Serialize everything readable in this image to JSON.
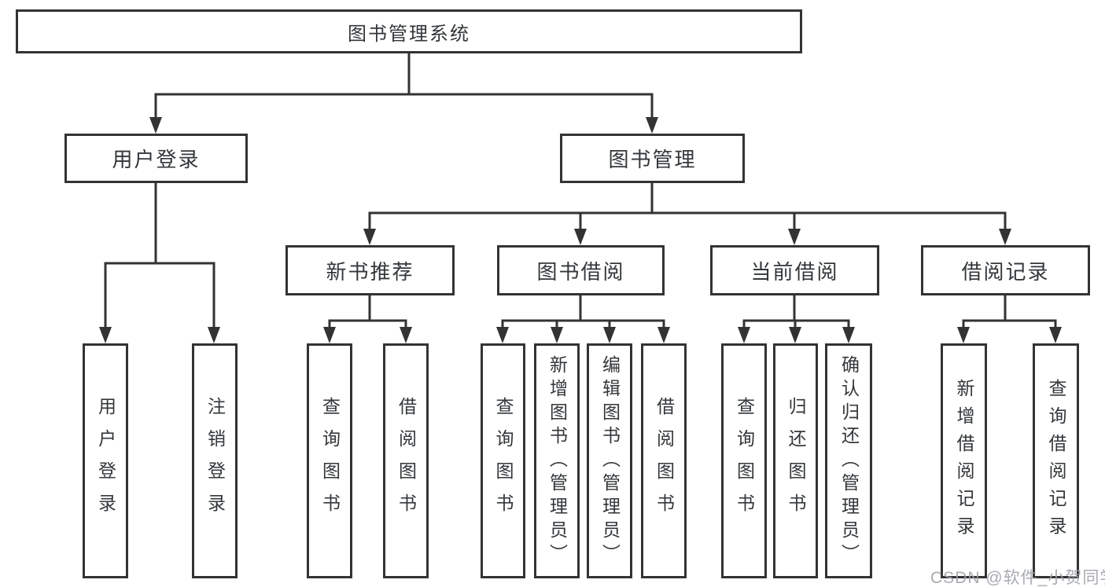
{
  "diagram": {
    "root": {
      "label": "图书管理系统"
    },
    "branches": {
      "userLogin": {
        "label": "用户登录",
        "children": [
          "用户登录",
          "注销登录"
        ]
      },
      "bookManagement": {
        "label": "图书管理",
        "sections": {
          "newBookRec": {
            "label": "新书推荐",
            "children": [
              "查询图书",
              "借阅图书"
            ]
          },
          "bookBorrow": {
            "label": "图书借阅",
            "children": [
              "查询图书",
              "新增图书（管理员）",
              "编辑图书（管理员）",
              "借阅图书"
            ]
          },
          "currentBorrow": {
            "label": "当前借阅",
            "children": [
              "查询图书",
              "归还图书",
              "确认归还（管理员）"
            ]
          },
          "borrowRecords": {
            "label": "借阅记录",
            "children": [
              "新增借阅记录",
              "查询借阅记录"
            ]
          }
        }
      }
    }
  },
  "watermark": "CSDN @软件_小贺同学",
  "colors": {
    "line": "#333333",
    "text": "#33373a",
    "watermark": "#9ea2a8",
    "background": "#ffffff"
  }
}
